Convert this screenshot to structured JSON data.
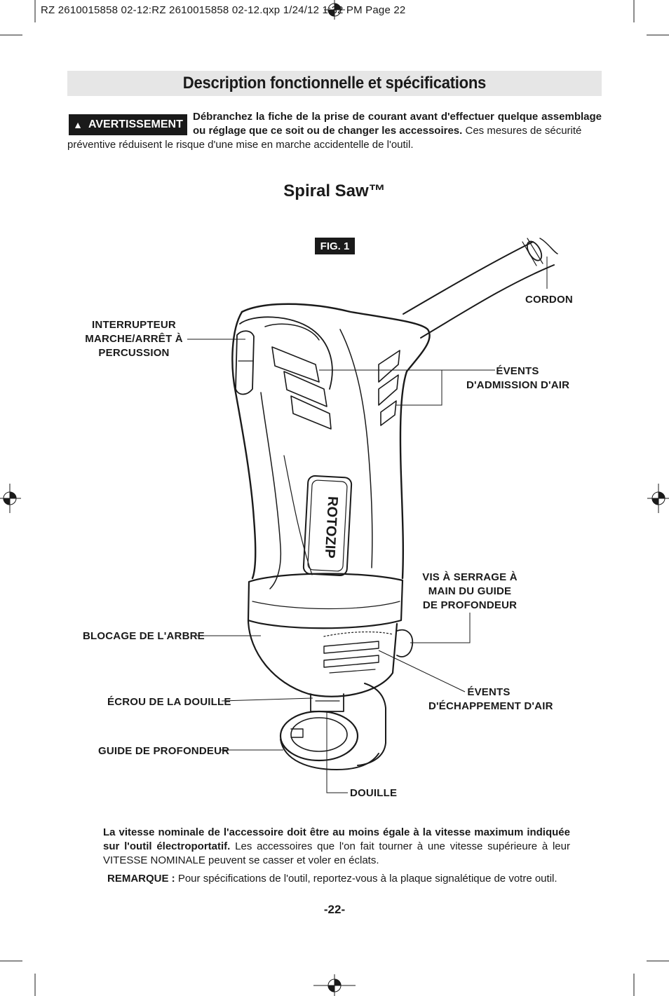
{
  "print_header": "RZ 2610015858 02-12:RZ 2610015858 02-12.qxp  1/24/12  1:32 PM  Page 22",
  "section_title": "Description fonctionnelle et spécifications",
  "warning": {
    "badge_symbol": "▲",
    "badge_label": "AVERTISSEMENT",
    "bold_text": "Débranchez la fiche de la prise de courant avant d'effectuer quelque assemblage ou réglage que ce soit ou de changer les accessoires.",
    "text_part1": " Ces mesures de sécurité",
    "text_part2": "préventive réduisent le risque d'une mise en marche accidentelle de l'outil."
  },
  "product_title": "Spiral Saw™",
  "figure": {
    "label": "FIG. 1",
    "logo_text": "ROTOZIP",
    "callouts": {
      "cord": "CORDON",
      "switch_line1": "INTERRUPTEUR",
      "switch_line2": "MARCHE/ARRÊT À",
      "switch_line3": "PERCUSSION",
      "air_intake_line1": "ÉVENTS",
      "air_intake_line2": "D'ADMISSION D'AIR",
      "screw_line1": "VIS À SERRAGE À",
      "screw_line2": "MAIN DU GUIDE",
      "screw_line3": "DE PROFONDEUR",
      "shaft_lock": "BLOCAGE DE L'ARBRE",
      "exhaust_line1": "ÉVENTS",
      "exhaust_line2": "D'ÉCHAPPEMENT D'AIR",
      "collet_nut": "ÉCROU DE LA DOUILLE",
      "depth_guide": "GUIDE DE PROFONDEUR",
      "collet": "DOUILLE"
    }
  },
  "note1": {
    "bold_text": "La vitesse nominale de l'accessoire doit être au moins égale à la vitesse maximum indiquée sur l'outil électroportatif.",
    "text": " Les accessoires que l'on fait tourner à une vitesse supérieure à leur VITESSE NOMINALE peuvent se casser et voler en éclats."
  },
  "note2": {
    "bold_label": "REMARQUE :",
    "text": " Pour spécifications de l'outil, reportez-vous à la plaque signalétique de votre outil."
  },
  "page_number": "-22-"
}
